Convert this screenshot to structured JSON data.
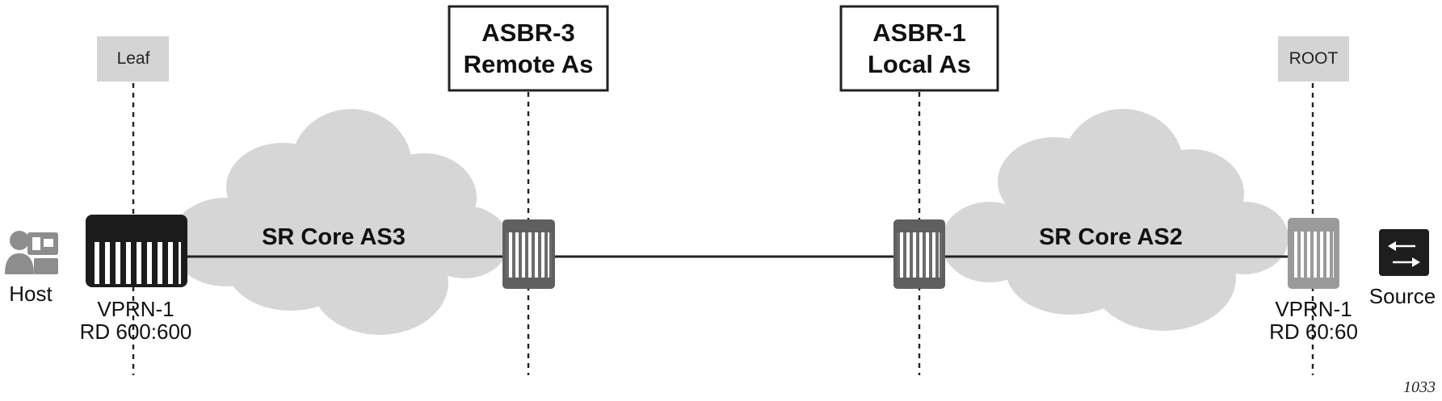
{
  "labels": {
    "leaf": "Leaf",
    "root": "ROOT",
    "asbr3_line1": "ASBR-3",
    "asbr3_line2": "Remote As",
    "asbr1_line1": "ASBR-1",
    "asbr1_line2": "Local As",
    "cloud_left": "SR Core AS3",
    "cloud_right": "SR Core AS2",
    "host": "Host",
    "source": "Source",
    "left_vprn": "VPRN-1",
    "left_rd": "RD 600:600",
    "right_vprn": "VPRN-1",
    "right_rd": "RD 60:60",
    "figure_number": "1033"
  },
  "colors": {
    "tag_fill": "#d4d4d4",
    "cloud_fill": "#d6d6d6",
    "line": "#222222",
    "router_dark": "#1c1c1c",
    "router_mid": "#6b6b6b",
    "router_light": "#9a9a9a",
    "icon_dark": "#1e1e1e",
    "icon_grey": "#8d8d8d"
  },
  "icons": {
    "host": "host-icon",
    "source": "source-switch-icon"
  }
}
